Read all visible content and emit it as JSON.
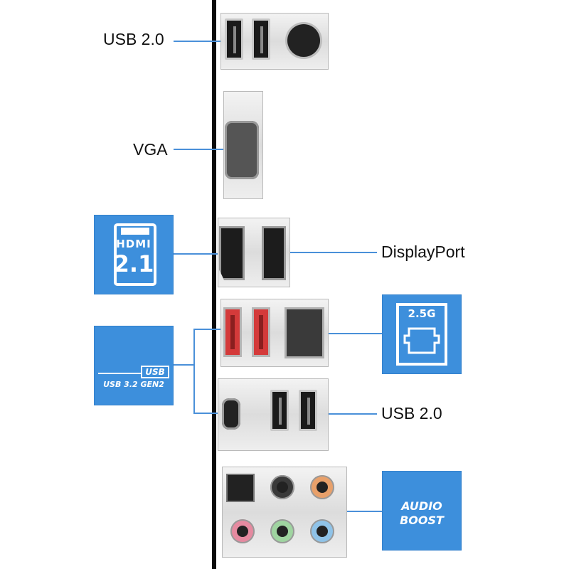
{
  "labels": {
    "usb_top": "USB 2.0",
    "vga": "VGA",
    "displayport": "DisplayPort",
    "usb_bottom": "USB 2.0"
  },
  "badges": {
    "hdmi_line1": "HDMI",
    "hdmi_line2": "2.1",
    "usb_logo": "USB",
    "usb_gen": "USB 3.2 GEN2",
    "lan": "2.5G",
    "audio_line1": "AUDIO",
    "audio_line2": "BOOST"
  },
  "colors": {
    "accent_blue": "#3d8fdc",
    "leader_line": "#4a90d9",
    "usb_gen2_red": "#d43a3a",
    "jack_orange": "#e8a06a",
    "jack_black": "#3a3a3a",
    "jack_pink": "#e58aa0",
    "jack_green": "#9fd4a0",
    "jack_blue": "#8fc3e8"
  }
}
